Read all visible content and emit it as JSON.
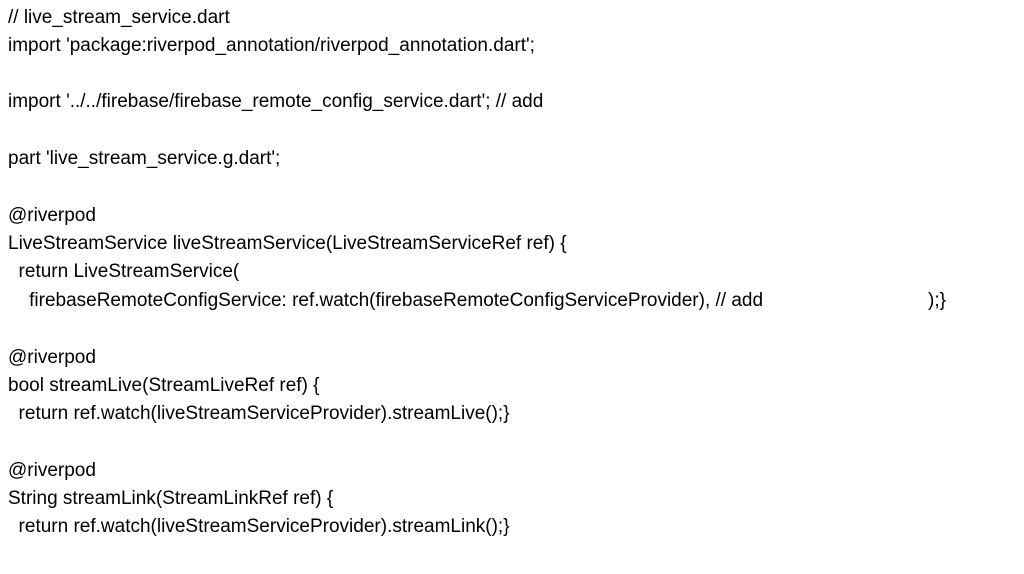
{
  "code_lines": [
    "// live_stream_service.dart",
    "import 'package:riverpod_annotation/riverpod_annotation.dart';",
    "import '../../firebase/firebase_remote_config_service.dart'; // add",
    "part 'live_stream_service.g.dart';",
    "@riverpod",
    "LiveStreamService liveStreamService(LiveStreamServiceRef ref) {",
    "  return LiveStreamService(",
    "    firebaseRemoteConfigService: ref.watch(firebaseRemoteConfigServiceProvider), // add",
    "@riverpod",
    "bool streamLive(StreamLiveRef ref) {",
    "  return ref.watch(liveStreamServiceProvider).streamLive();}",
    "@riverpod",
    "String streamLink(StreamLinkRef ref) {",
    "  return ref.watch(liveStreamServiceProvider).streamLink();}"
  ],
  "line7_tail": ");}"
}
